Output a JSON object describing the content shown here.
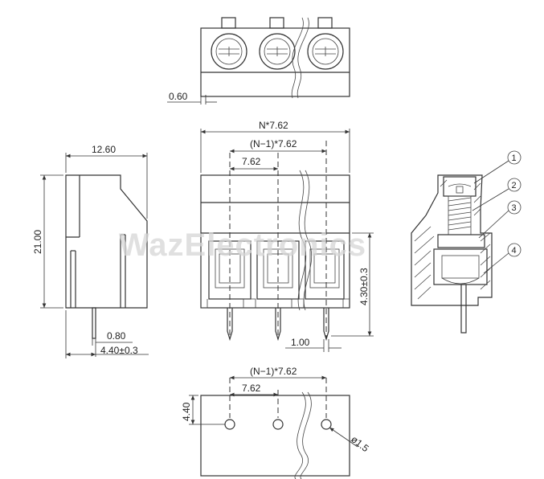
{
  "watermark": "WazElectronics",
  "top_view": {
    "dim_060": "0.60"
  },
  "front_view": {
    "dim_n762": "N*7.62",
    "dim_n1_762": "(N−1)*7.62",
    "dim_762": "7.62",
    "dim_430": "4.30±0.3",
    "dim_100": "1.00"
  },
  "side_view": {
    "dim_1260": "12.60",
    "dim_2100": "21.00",
    "dim_080": "0.80",
    "dim_440": "4.40±0.3"
  },
  "section_view": {
    "callouts": [
      "1",
      "2",
      "3",
      "4"
    ]
  },
  "bottom_view": {
    "dim_n1_762": "(N−1)*7.62",
    "dim_762": "7.62",
    "dim_440": "4.40",
    "dim_hole": "ø1.5"
  }
}
